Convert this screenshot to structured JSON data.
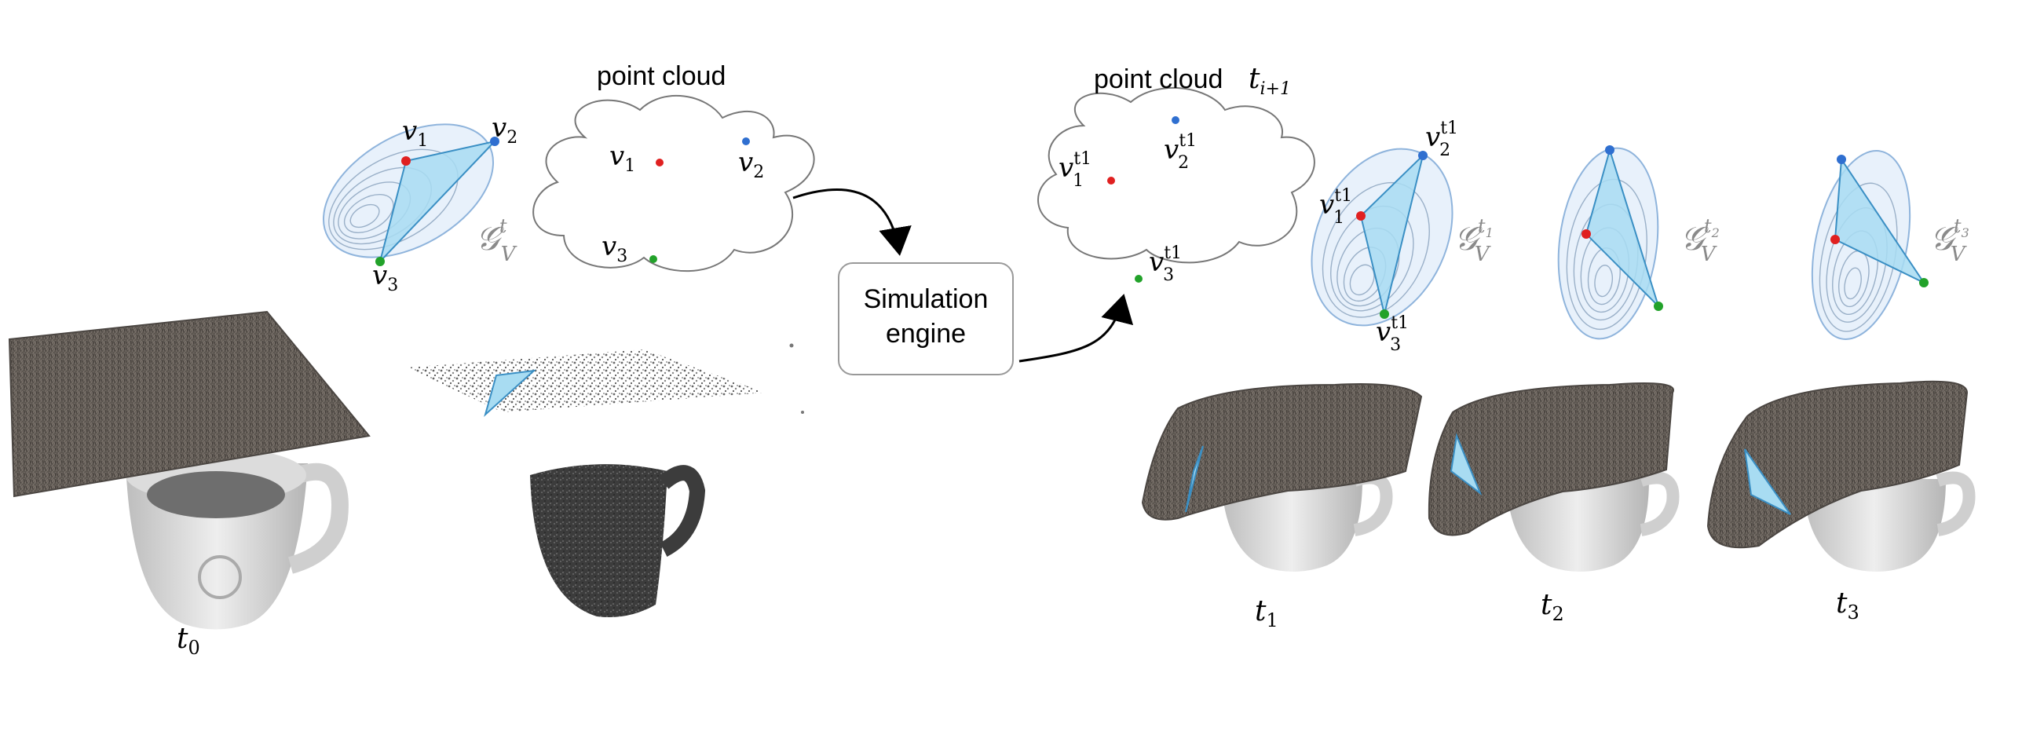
{
  "left": {
    "time_label": "t",
    "time_sub": "0"
  },
  "gaussian_initial": {
    "vertex_labels": [
      "v",
      "v",
      "v"
    ],
    "vertex_subs": [
      "1",
      "2",
      "3"
    ],
    "g_symbol": "𝒢",
    "g_sub": "V",
    "g_sup": "t"
  },
  "cloud_initial": {
    "title": "point cloud",
    "labels": [
      "v",
      "v",
      "v"
    ],
    "subs": [
      "1",
      "2",
      "3"
    ]
  },
  "engine": {
    "line1": "Simulation",
    "line2": "engine"
  },
  "cloud_next": {
    "title": "point cloud",
    "time_label": "t",
    "time_sub": "i+1",
    "labels": [
      "v",
      "v",
      "v"
    ],
    "subs": [
      "1",
      "2",
      "3"
    ],
    "sups": [
      "t1",
      "t1",
      "t1"
    ]
  },
  "gaussians_deformed": [
    {
      "g_symbol": "𝒢",
      "g_sub": "V",
      "g_sup_base": "t",
      "g_sup_sub": "1",
      "vertex_labels": [
        "v",
        "v",
        "v"
      ],
      "vertex_subs": [
        "1",
        "2",
        "3"
      ],
      "vertex_sups": [
        "t1",
        "t1",
        "t1"
      ]
    },
    {
      "g_symbol": "𝒢",
      "g_sub": "V",
      "g_sup_base": "t",
      "g_sup_sub": "2"
    },
    {
      "g_symbol": "𝒢",
      "g_sub": "V",
      "g_sup_base": "t",
      "g_sup_sub": "3"
    }
  ],
  "frames": [
    {
      "label": "t",
      "sub": "1"
    },
    {
      "label": "t",
      "sub": "2"
    },
    {
      "label": "t",
      "sub": "3"
    }
  ],
  "colors": {
    "vertex_1": "#e02020",
    "vertex_2": "#2f6fd0",
    "vertex_3": "#22a22a",
    "triangle_fill": "#a8dcf2",
    "triangle_stroke": "#3a8fc4",
    "ellipse_fill": "#e8f1fb",
    "ellipse_stroke": "#8fb4dc",
    "g_label": "#8a8a8a",
    "cloth": "#5e5853",
    "mug": "#d4d4d4",
    "dark_mug": "#3a3a3a"
  }
}
